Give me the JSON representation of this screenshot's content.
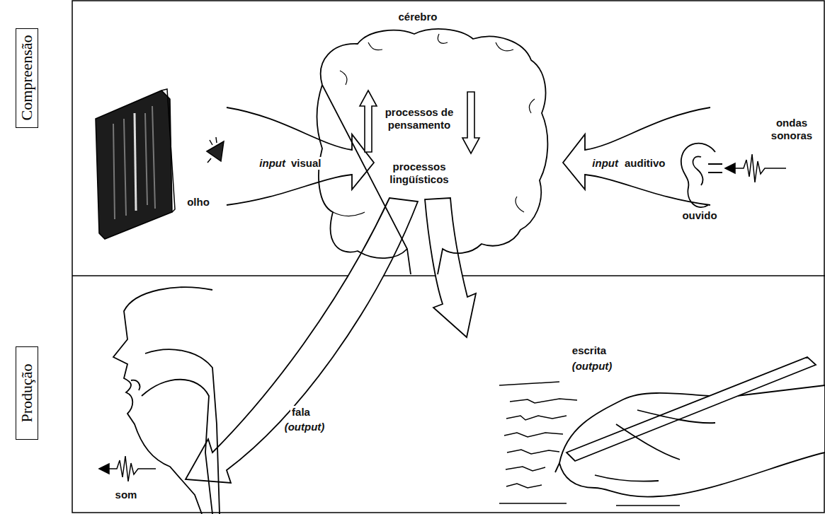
{
  "diagram": {
    "nodes": [
      {
        "text": [
          "Compreensão"
        ]
      },
      {
        "text": [
          "cérebro",
          "processos de pensamento",
          "processos lingüísticos"
        ]
      },
      {
        "text": [
          "Produção"
        ]
      }
    ],
    "labels": [
      "ondas sonoras",
      "input",
      "visual",
      "input",
      "auditivo",
      "olho",
      "ouvido",
      "escrita",
      "(output)",
      "fala",
      "(output)",
      "som"
    ]
  }
}
